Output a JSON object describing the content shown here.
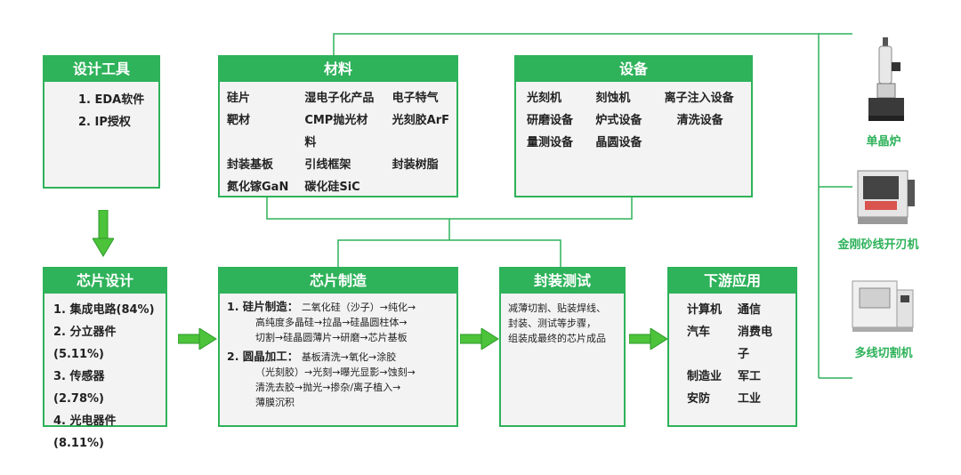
{
  "design_tools": {
    "title": "设计工具",
    "items": [
      "1. EDA软件",
      "2. IP授权"
    ]
  },
  "materials": {
    "title": "材料",
    "items": [
      "硅片",
      "湿电子化产品",
      "电子特气",
      "靶材",
      "CMP抛光材料",
      "光刻胶ArF",
      "封装基板",
      "引线框架",
      "封装树脂",
      "氮化镓GaN",
      "碳化硅SiC"
    ]
  },
  "equipment": {
    "title": "设备",
    "items": [
      "光刻机",
      "刻蚀机",
      "离子注入设备",
      "研磨设备",
      "炉式设备",
      "清洗设备",
      "量测设备",
      "晶圆设备"
    ]
  },
  "chip_design": {
    "title": "芯片设计",
    "items": [
      "1. 集成电路(84%)",
      "2. 分立器件(5.11%)",
      "3. 传感器　(2.78%)",
      "4. 光电器件(8.11%)"
    ]
  },
  "chip_manufacturing": {
    "title": "芯片制造",
    "silicon_label": "1. 硅片制造：",
    "silicon_lines": [
      "二氧化硅（沙子）→纯化→",
      "高纯度多晶硅→拉晶→硅晶圆柱体→",
      "切割→硅晶圆薄片→研磨→芯片基板"
    ],
    "wafer_label": "2. 圆晶加工：",
    "wafer_lines": [
      "基板清洗→氧化→涂胶",
      "（光刻胶）→光刻→曝光显影→蚀刻→",
      "清洗去胶→抛光→掺杂/离子植入→",
      "薄膜沉积"
    ]
  },
  "packaging": {
    "title": "封装测试",
    "lines": [
      "减薄切割、贴装焊线、",
      "封装、测试等步骤，",
      "组装成最终的芯片成品"
    ]
  },
  "downstream": {
    "title": "下游应用",
    "items": [
      "计算机",
      "通信",
      "汽车",
      "消费电子",
      "制造业",
      "军工",
      "安防",
      "工业"
    ]
  },
  "machines": [
    "单晶炉",
    "金刚砂线开刃机",
    "多线切割机"
  ],
  "colors": {
    "accent": "#2eb25a",
    "box_bg": "#f3f3f3",
    "arrow": "#4cc33a"
  }
}
